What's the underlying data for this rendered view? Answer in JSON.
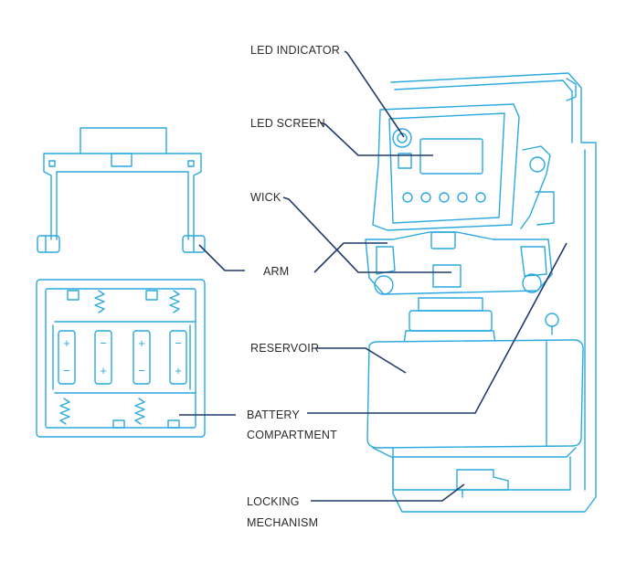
{
  "labels": {
    "led_indicator": "LED INDICATOR",
    "led_screen": "LED SCREEN",
    "wick": "WICK",
    "arm": "ARM",
    "reservoir": "RESERVOIR",
    "battery_line1": "BATTERY",
    "battery_line2": "COMPARTMENT",
    "locking_line1": "LOCKING",
    "locking_line2": "MECHANISM"
  },
  "battery_signs": {
    "plus": "+",
    "minus": "−"
  },
  "colors": {
    "device_outline": "#2aa9e0",
    "callout_line": "#1f3a6b",
    "label_text": "#2b2b2b"
  }
}
